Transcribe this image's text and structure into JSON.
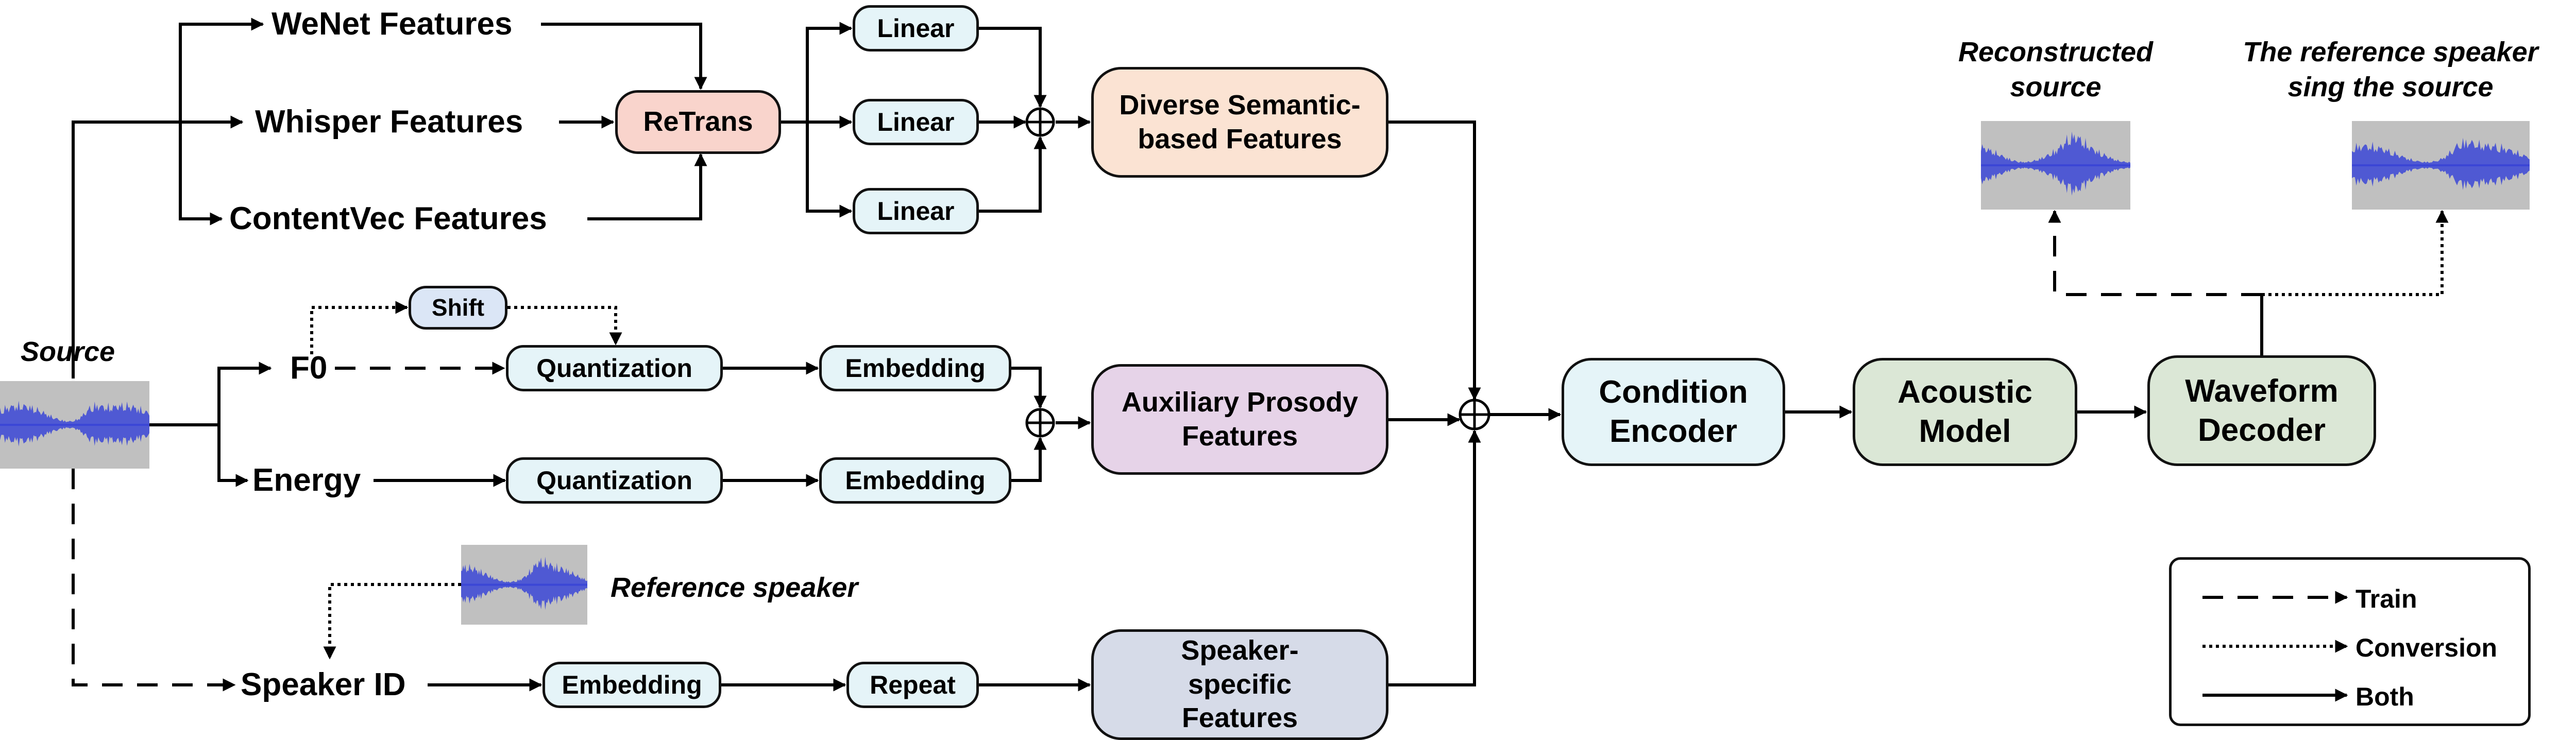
{
  "inputs": {
    "source": "Source",
    "wenet": "WeNet Features",
    "whisper": "Whisper Features",
    "contentvec": "ContentVec Features",
    "f0": "F0",
    "energy": "Energy",
    "speaker_id": "Speaker ID",
    "reference_speaker": "Reference speaker"
  },
  "blocks": {
    "retrans": "ReTrans",
    "linear": "Linear",
    "shift": "Shift",
    "quantization": "Quantization",
    "embedding": "Embedding",
    "repeat": "Repeat",
    "diverse_semantic": "Diverse Semantic-based Features",
    "auxiliary_prosody": "Auxiliary Prosody Features",
    "speaker_specific": "Speaker-specific Features",
    "condition_encoder": "Condition Encoder",
    "acoustic_model": "Acoustic Model",
    "waveform_decoder": "Waveform Decoder"
  },
  "outputs": {
    "reconstructed": "Reconstructed source",
    "reference_sing": "The reference speaker sing the source"
  },
  "legend": {
    "train": "Train",
    "conversion": "Conversion",
    "both": "Both"
  },
  "colors": {
    "retrans": "#f9d4cc",
    "linear": "#e5f4f8",
    "quant": "#e5f4f8",
    "semantic": "#fbe3d3",
    "prosody": "#e6d3e8",
    "speaker": "#d6dbe8",
    "encoder": "#e5f4f8",
    "acoustic": "#dbe7d6",
    "shift": "#dbe6f6",
    "wave_bg": "#c0c0c0",
    "wave": "#3b46d6"
  }
}
